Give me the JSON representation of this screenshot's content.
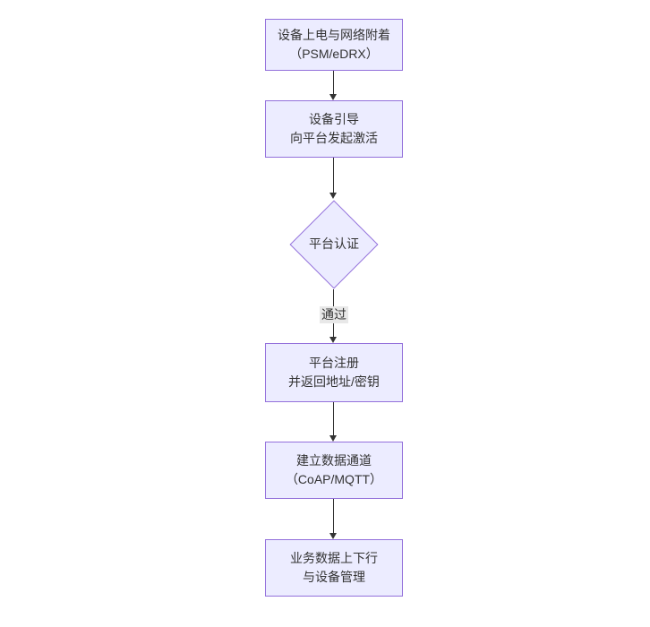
{
  "diagram": {
    "type": "flowchart",
    "direction": "top-down",
    "colors": {
      "background": "#ffffff",
      "node_fill": "#ECECFF",
      "node_border": "#9370DB",
      "arrow": "#333333",
      "edge_label_bg": "#e8e8e8",
      "text": "#333333"
    },
    "nodes": [
      {
        "shape": "rect",
        "lines": [
          "设备上电与网络附着",
          "（PSM/eDRX）"
        ]
      },
      {
        "shape": "rect",
        "lines": [
          "设备引导",
          "向平台发起激活"
        ]
      },
      {
        "shape": "diamond",
        "lines": [
          "平台认证"
        ]
      },
      {
        "shape": "rect",
        "lines": [
          "平台注册",
          "并返回地址/密钥"
        ]
      },
      {
        "shape": "rect",
        "lines": [
          "建立数据通道",
          "（CoAP/MQTT）"
        ]
      },
      {
        "shape": "rect",
        "lines": [
          "业务数据上下行",
          "与设备管理"
        ]
      }
    ],
    "edges": [
      {
        "label": ""
      },
      {
        "label": ""
      },
      {
        "label": "通过"
      },
      {
        "label": ""
      },
      {
        "label": ""
      }
    ]
  }
}
